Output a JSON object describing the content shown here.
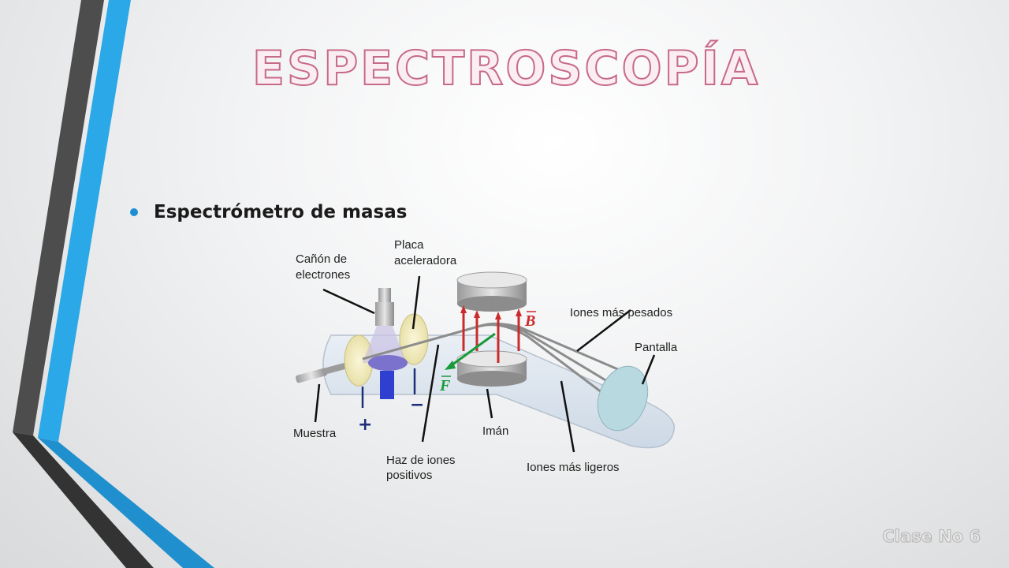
{
  "slide": {
    "title": "ESPECTROSCOPÍA",
    "bullet": "Espectrómetro de masas",
    "footer": "Clase No 6"
  },
  "diagram": {
    "labels": {
      "electron_gun_1": "Cañón de",
      "electron_gun_2": "electrones",
      "plate_1": "Placa",
      "plate_2": "aceleradora",
      "heavy_ions": "Iones más pesados",
      "screen": "Pantalla",
      "sample": "Muestra",
      "magnet": "Imán",
      "beam_1": "Haz de iones",
      "beam_2": "positivos",
      "light_ions": "Iones más ligeros",
      "plus": "+",
      "minus": "−",
      "b_vector": "B",
      "f_vector": "F"
    }
  },
  "colors": {
    "accent_blue": "#2aa8e8",
    "dark_band": "#4d4d4d",
    "title_outline": "#c76a88",
    "field_arrow": "#cc2b2b",
    "force_arrow": "#1a9a3a"
  }
}
